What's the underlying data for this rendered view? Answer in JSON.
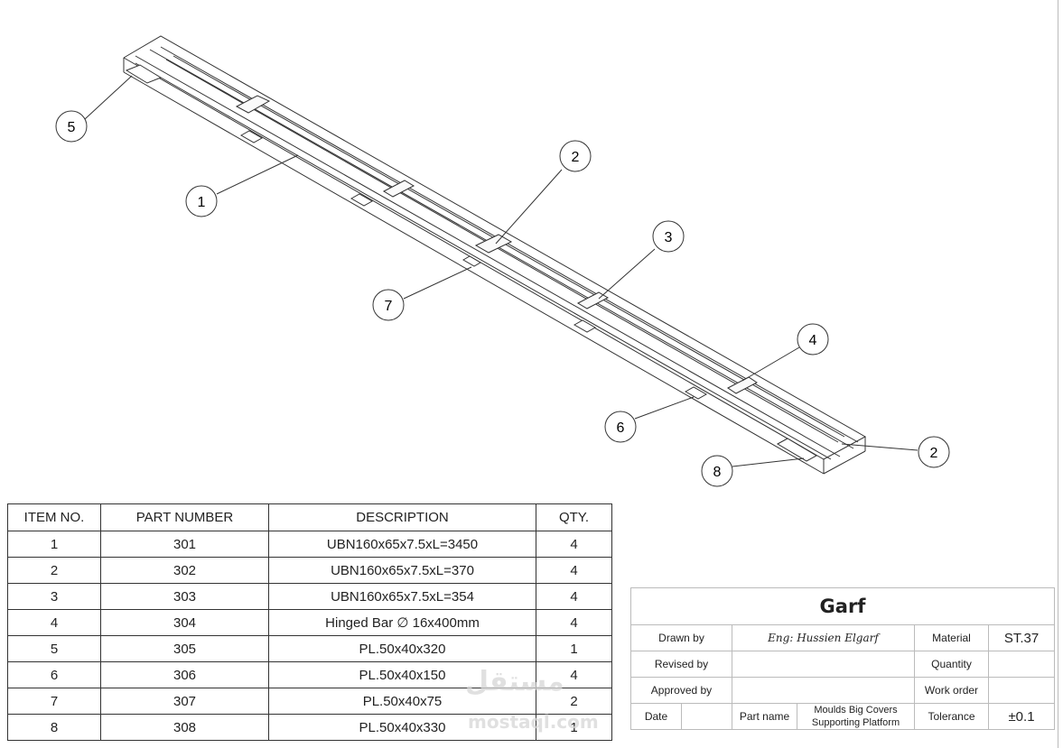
{
  "balloons": [
    {
      "label": "5"
    },
    {
      "label": "1"
    },
    {
      "label": "2"
    },
    {
      "label": "3"
    },
    {
      "label": "7"
    },
    {
      "label": "4"
    },
    {
      "label": "6"
    },
    {
      "label": "2"
    },
    {
      "label": "8"
    }
  ],
  "bom": {
    "headers": [
      "ITEM NO.",
      "PART NUMBER",
      "DESCRIPTION",
      "QTY."
    ],
    "rows": [
      {
        "item": "1",
        "part": "301",
        "desc": "UBN160x65x7.5xL=3450",
        "qty": "4"
      },
      {
        "item": "2",
        "part": "302",
        "desc": "UBN160x65x7.5xL=370",
        "qty": "4"
      },
      {
        "item": "3",
        "part": "303",
        "desc": "UBN160x65x7.5xL=354",
        "qty": "4"
      },
      {
        "item": "4",
        "part": "304",
        "desc": "Hinged Bar ∅ 16x400mm",
        "qty": "4"
      },
      {
        "item": "5",
        "part": "305",
        "desc": "PL.50x40x320",
        "qty": "1"
      },
      {
        "item": "6",
        "part": "306",
        "desc": "PL.50x40x150",
        "qty": "4"
      },
      {
        "item": "7",
        "part": "307",
        "desc": "PL.50x40x75",
        "qty": "2"
      },
      {
        "item": "8",
        "part": "308",
        "desc": "PL.50x40x330",
        "qty": "1"
      }
    ]
  },
  "title_block": {
    "title": "Garf",
    "drawn_by_label": "Drawn by",
    "drawn_by": "Eng: Hussien Elgarf",
    "material_label": "Material",
    "material": "ST.37",
    "revised_by_label": "Revised by",
    "quantity_label": "Quantity",
    "approved_by_label": "Approved by",
    "work_order_label": "Work order",
    "date_label": "Date",
    "part_name_label": "Part name",
    "part_name_line1": "Moulds Big Covers",
    "part_name_line2": "Supporting Platform",
    "tolerance_label": "Tolerance",
    "tolerance": "±0.1"
  },
  "watermark": {
    "arabic": "مستقل",
    "latin": "mostaql.com"
  }
}
